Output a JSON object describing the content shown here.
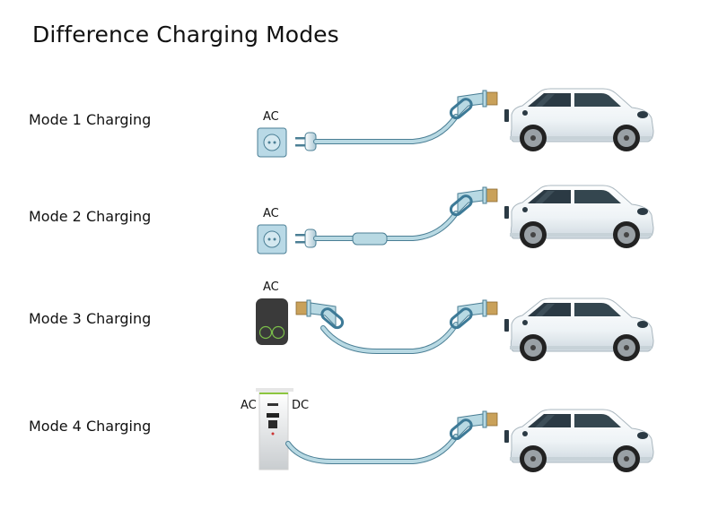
{
  "title": "Difference Charging Modes",
  "modes": [
    {
      "label": "Mode 1 Charging",
      "source": "AC"
    },
    {
      "label": "Mode 2 Charging",
      "source": "AC"
    },
    {
      "label": "Mode 3 Charging",
      "source": "AC"
    },
    {
      "label": "Mode 4 Charging",
      "source_ac": "AC",
      "source_dc": "DC"
    }
  ],
  "colors": {
    "cable": "#b8d9e3",
    "cable_outline": "#4b7f95",
    "handle_ring": "#3d7a97",
    "pin": "#c9a15a",
    "socket": "#b9d9e6",
    "wallbox": "#3a3a3a",
    "wallbox_ring": "#7bbf4a",
    "car_window": "#2b3a44"
  }
}
